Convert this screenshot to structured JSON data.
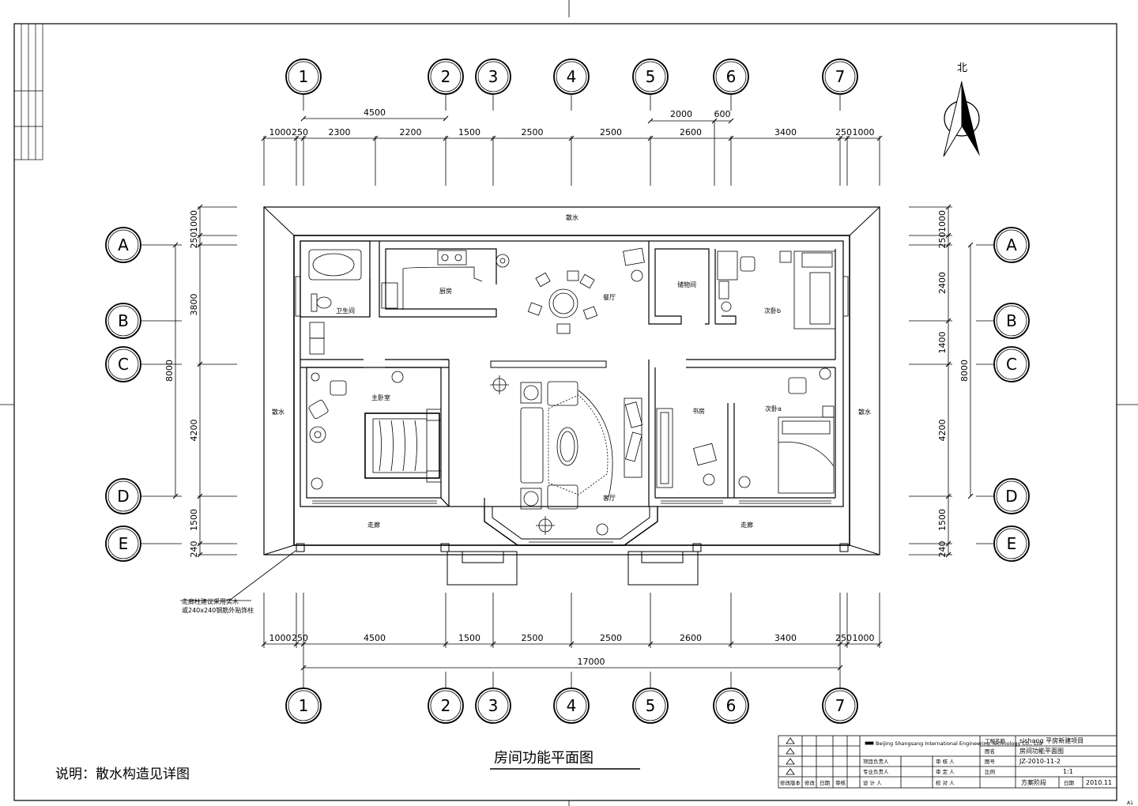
{
  "drawing_title": "房间功能平面图",
  "note": "说明：散水构造见详图",
  "north_label": "北",
  "sheet_corner": "A1",
  "columns": [
    "1",
    "2",
    "3",
    "4",
    "5",
    "6",
    "7"
  ],
  "rows": [
    "A",
    "B",
    "C",
    "D",
    "E"
  ],
  "top_dims": {
    "overall_12": "4500",
    "sub_56a": "2000",
    "sub_56b": "600",
    "chain": [
      "1000",
      "250",
      "2300",
      "2200",
      "1500",
      "2500",
      "2500",
      "2600",
      "3400",
      "250",
      "1000"
    ]
  },
  "bottom_dims": {
    "chain": [
      "1000",
      "250",
      "4500",
      "1500",
      "2500",
      "2500",
      "2600",
      "3400",
      "250",
      "1000"
    ],
    "overall": "17000"
  },
  "left_dims": {
    "chain": [
      "1000",
      "250",
      "3800",
      "4200",
      "1500",
      "240"
    ],
    "overall": "8000"
  },
  "right_dims": {
    "chain": [
      "1000",
      "250",
      "2400",
      "1400",
      "4200",
      "1500",
      "240"
    ],
    "overall": "8000"
  },
  "rooms": {
    "scatter_top": "散水",
    "scatter_left": "散水",
    "scatter_right": "散水",
    "bathroom": "卫生间",
    "kitchen": "厨房",
    "dining": "餐厅",
    "storage": "储物间",
    "second_bedroom_b": "次卧b",
    "master_bedroom": "主卧室",
    "living": "客厅",
    "study": "书房",
    "second_bedroom_a": "次卧a",
    "corridor_left": "走廊",
    "corridor_right": "走廊"
  },
  "callout": {
    "line1": "走廊柱建议采用实木",
    "line2": "或240x240钢筋外贴饰柱"
  },
  "title_block": {
    "company": "Beijing Shangsang International Engineering Technology Co., Ltd",
    "project_label": "工程名称",
    "project_value": "sishang 平房新建项目",
    "drawing_label": "图名",
    "drawing_value": "房间功能平面图",
    "number_label": "图号",
    "number_value": "JZ-2010-11-2",
    "scale_label": "比例",
    "scale_value": "1:1",
    "date_label": "日期",
    "date_value": "2010.11",
    "stage_value": "方案阶段",
    "sign_rows": [
      [
        "项目负责人",
        "审 核 人"
      ],
      [
        "专业负责人",
        "审 定 人"
      ],
      [
        "设 计 人",
        "校 对 人"
      ]
    ],
    "revision_labels": [
      "修改版本",
      "修改",
      "日期",
      "审核"
    ]
  }
}
